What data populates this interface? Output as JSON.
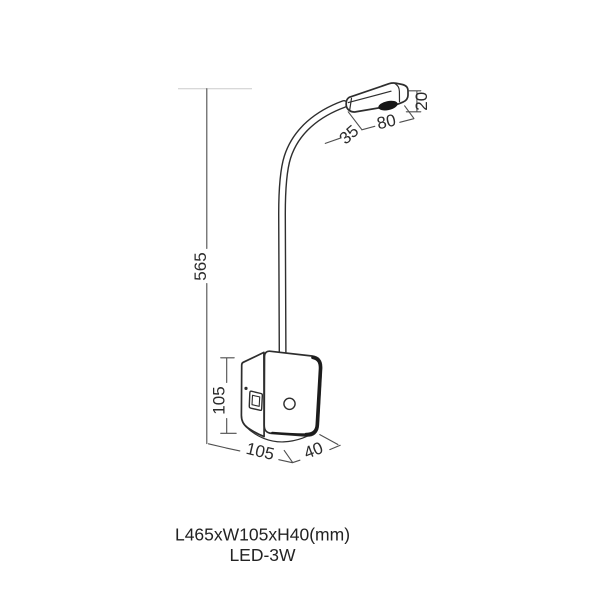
{
  "drawing": {
    "dims": {
      "overall_height": "565",
      "base_height": "105",
      "base_width": "105",
      "base_depth": "40",
      "head_depth": "35",
      "head_length": "80",
      "head_height": "20"
    },
    "caption": {
      "size": "L465xW105xH40(mm)",
      "power": "LED-3W"
    },
    "colors": {
      "background": "#ffffff",
      "object_line": "#2e2e2e",
      "dimension_line": "#4f4f4f",
      "text": "#2b2b2b",
      "lens_fill": "#161616"
    }
  }
}
